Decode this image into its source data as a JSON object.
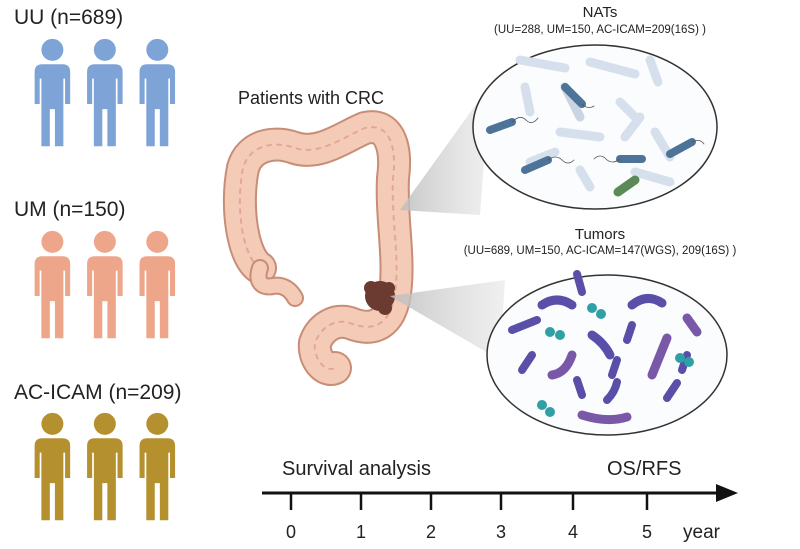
{
  "cohorts": [
    {
      "label": "UU (n=689)",
      "color": "#7ea3d6"
    },
    {
      "label": "UM (n=150)",
      "color": "#eea68a"
    },
    {
      "label": "AC-ICAM (n=209)",
      "color": "#b5902e"
    }
  ],
  "center_title": "Patients with CRC",
  "nats": {
    "title": "NATs",
    "subtitle": "(UU=288, UM=150, AC-ICAM=209(16S) )"
  },
  "tumors": {
    "title": "Tumors",
    "subtitle": "(UU=689, UM=150, AC-ICAM=147(WGS), 209(16S) )"
  },
  "timeline": {
    "left_label": "Survival analysis",
    "right_label": "OS/RFS",
    "ticks": [
      "0",
      "1",
      "2",
      "3",
      "4",
      "5"
    ],
    "unit": "year"
  },
  "colors": {
    "tumor_mass": "#6b3b32",
    "colon": "#f2c5b0",
    "bacteria_nat": "#4d7398",
    "bacteria_tumor_purple": "#5a4fa8",
    "bacteria_tumor_teal": "#2ea0a6",
    "bacteria_green": "#5b8a58"
  }
}
